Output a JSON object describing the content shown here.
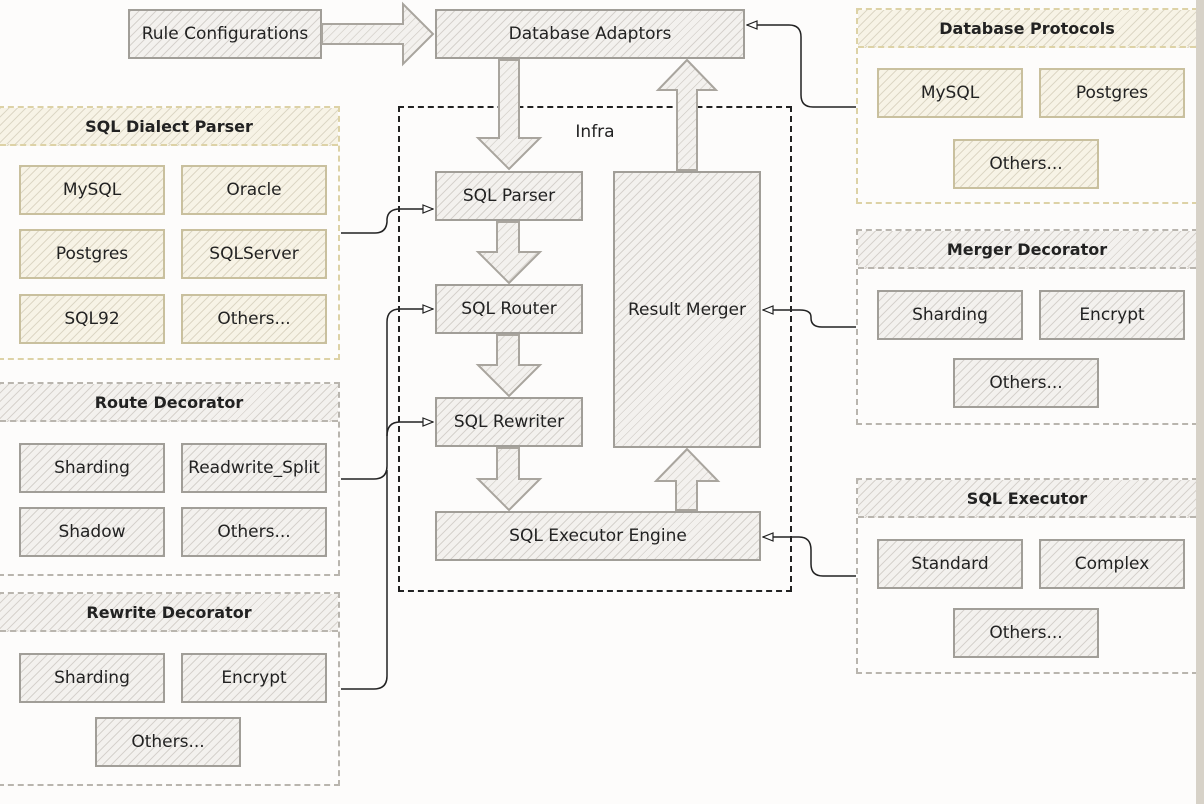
{
  "top": {
    "rule_configurations": "Rule Configurations",
    "database_adaptors": "Database Adaptors"
  },
  "infra": {
    "label": "Infra",
    "sql_parser": "SQL Parser",
    "sql_router": "SQL Router",
    "sql_rewriter": "SQL Rewriter",
    "sql_executor_engine": "SQL Executor Engine",
    "result_merger": "Result Merger"
  },
  "panels": {
    "sql_dialect_parser": {
      "title": "SQL Dialect Parser",
      "items": [
        "MySQL",
        "Oracle",
        "Postgres",
        "SQLServer",
        "SQL92",
        "Others..."
      ]
    },
    "route_decorator": {
      "title": "Route Decorator",
      "items": [
        "Sharding",
        "Readwrite_Split",
        "Shadow",
        "Others..."
      ]
    },
    "rewrite_decorator": {
      "title": "Rewrite Decorator",
      "items": [
        "Sharding",
        "Encrypt",
        "Others..."
      ]
    },
    "database_protocols": {
      "title": "Database Protocols",
      "items": [
        "MySQL",
        "Postgres",
        "Others..."
      ]
    },
    "merger_decorator": {
      "title": "Merger Decorator",
      "items": [
        "Sharding",
        "Encrypt",
        "Others..."
      ]
    },
    "sql_executor": {
      "title": "SQL Executor",
      "items": [
        "Standard",
        "Complex",
        "Others..."
      ]
    }
  },
  "colors": {
    "box_border": "#a19e98",
    "yellow_border": "#c9c09e",
    "connector": "#222222"
  }
}
